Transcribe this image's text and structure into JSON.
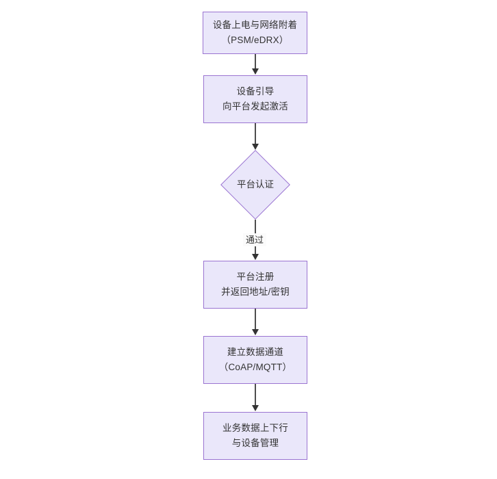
{
  "diagram": {
    "type": "flowchart",
    "orientation": "top-to-bottom",
    "theme": {
      "node_fill": "#eae7fa",
      "node_border": "#9a73d1",
      "text_color": "#333333",
      "connector_color": "#4d4d4d",
      "background": "#ffffff"
    },
    "nodes": [
      {
        "id": "node-power-on",
        "shape": "rectangle",
        "lines": [
          "设备上电与网络附着",
          "（PSM/eDRX）"
        ]
      },
      {
        "id": "node-bootstrap",
        "shape": "rectangle",
        "lines": [
          "设备引导",
          "向平台发起激活"
        ]
      },
      {
        "id": "node-platform-auth",
        "shape": "diamond",
        "lines": [
          "平台认证"
        ]
      },
      {
        "id": "node-platform-register",
        "shape": "rectangle",
        "lines": [
          "平台注册",
          "并返回地址/密钥"
        ]
      },
      {
        "id": "node-data-channel",
        "shape": "rectangle",
        "lines": [
          "建立数据通道",
          "（CoAP/MQTT）"
        ]
      },
      {
        "id": "node-service-data",
        "shape": "rectangle",
        "lines": [
          "业务数据上下行",
          "与设备管理"
        ]
      }
    ],
    "edges": [
      {
        "id": "edge-1",
        "from": "node-power-on",
        "to": "node-bootstrap",
        "label": ""
      },
      {
        "id": "edge-2",
        "from": "node-bootstrap",
        "to": "node-platform-auth",
        "label": ""
      },
      {
        "id": "edge-3",
        "from": "node-platform-auth",
        "to": "node-platform-register",
        "label": "通过"
      },
      {
        "id": "edge-4",
        "from": "node-platform-register",
        "to": "node-data-channel",
        "label": ""
      },
      {
        "id": "edge-5",
        "from": "node-data-channel",
        "to": "node-service-data",
        "label": ""
      }
    ]
  }
}
